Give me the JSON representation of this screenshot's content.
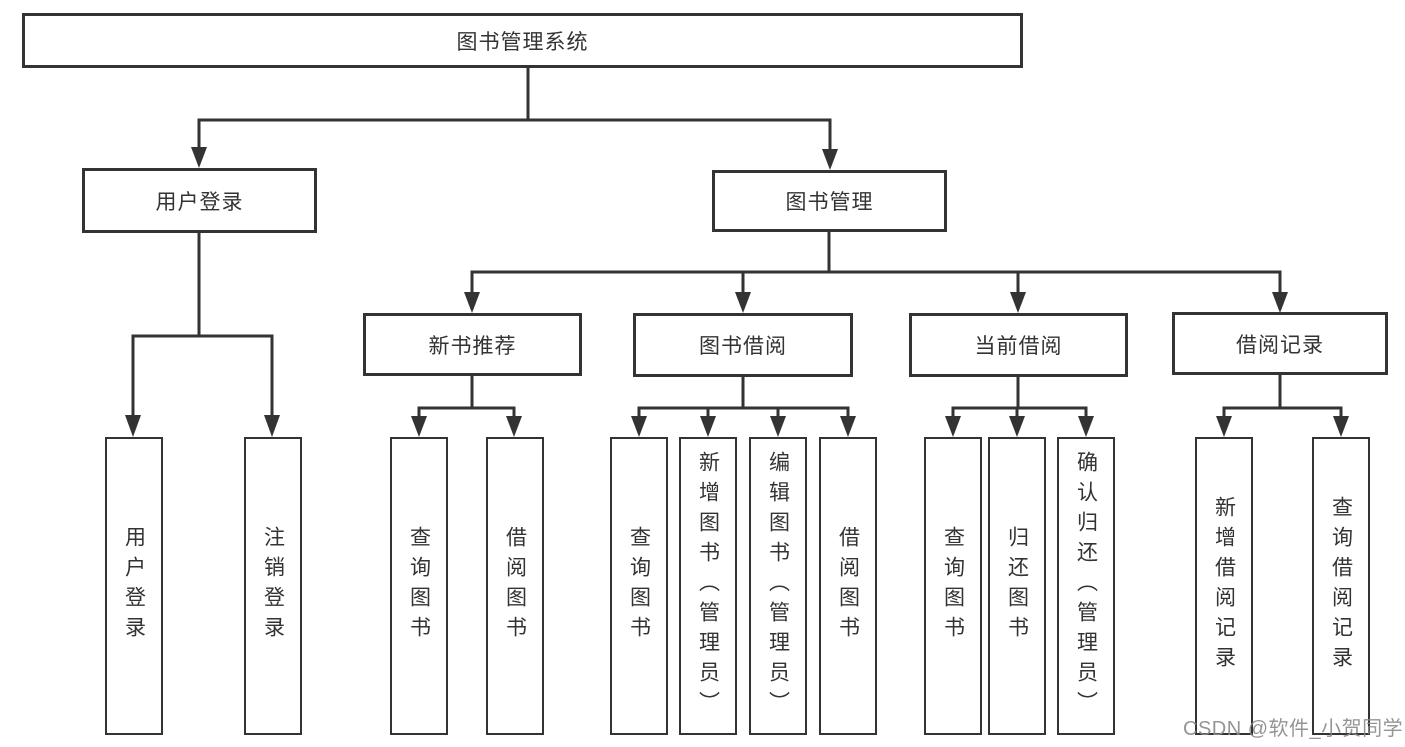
{
  "diagram": {
    "root": {
      "label": "图书管理系统"
    },
    "level2": [
      {
        "label": "用户登录"
      },
      {
        "label": "图书管理"
      }
    ],
    "level3": [
      {
        "label": "新书推荐"
      },
      {
        "label": "图书借阅"
      },
      {
        "label": "当前借阅"
      },
      {
        "label": "借阅记录"
      }
    ],
    "leaves": {
      "login": [
        "用户登录",
        "注销登录"
      ],
      "newbook": [
        "查询图书",
        "借阅图书"
      ],
      "borrow": [
        "查询图书",
        "新增图书（管理员）",
        "编辑图书（管理员）",
        "借阅图书"
      ],
      "current": [
        "查询图书",
        "归还图书",
        "确认归还（管理员）"
      ],
      "records": [
        "新增借阅记录",
        "查询借阅记录"
      ]
    }
  },
  "watermark": {
    "text": "CSDN @软件_小贺同学"
  },
  "colors": {
    "line": "#333333",
    "border": "#333333",
    "text": "#333333",
    "watermark": "#8a8a8a",
    "background": "#ffffff"
  }
}
